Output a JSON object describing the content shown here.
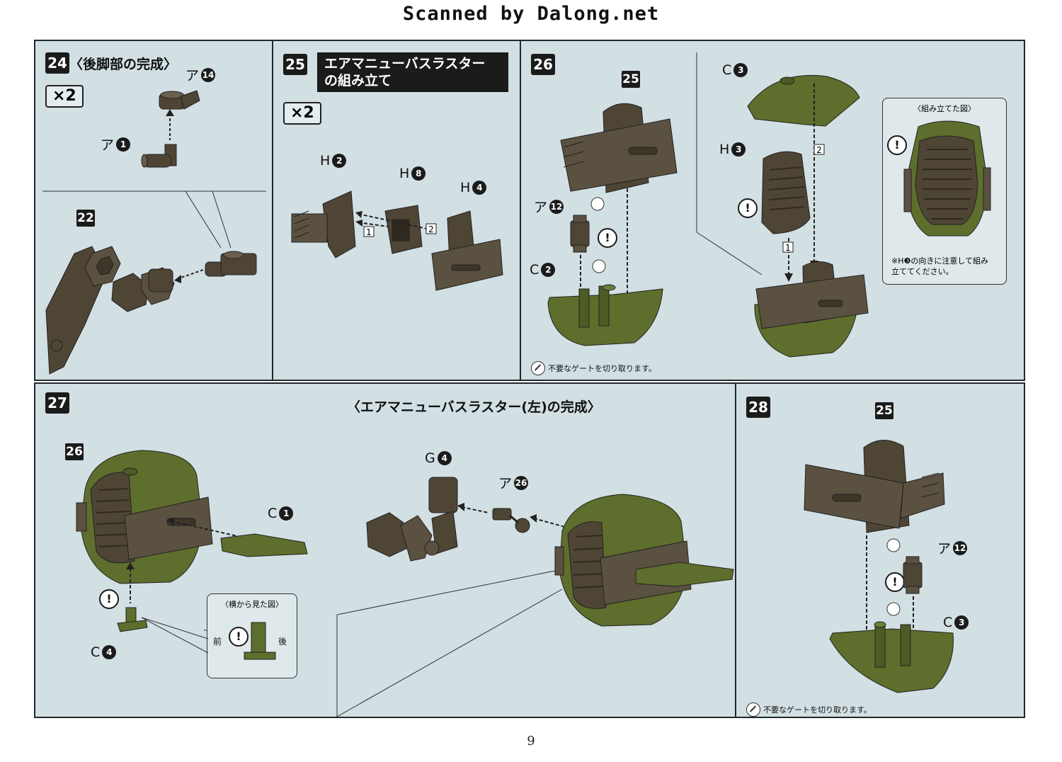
{
  "header": {
    "scan_credit": "Scanned by Dalong.net"
  },
  "steps": {
    "s24": {
      "num": "24",
      "title": "〈後脚部の完成〉",
      "qty": "×2",
      "ref": "22",
      "parts": [
        {
          "letter": "ア",
          "num": "14"
        },
        {
          "letter": "ア",
          "num": "1"
        }
      ]
    },
    "s25": {
      "num": "25",
      "title": "エアマニューバスラスター\nの組み立て",
      "qty": "×2",
      "parts": [
        {
          "letter": "H",
          "num": "2"
        },
        {
          "letter": "H",
          "num": "8"
        },
        {
          "letter": "H",
          "num": "4"
        }
      ],
      "order": [
        "1",
        "2"
      ]
    },
    "s26": {
      "num": "26",
      "ref": "25",
      "parts": [
        {
          "letter": "ア",
          "num": "12"
        },
        {
          "letter": "C",
          "num": "2"
        },
        {
          "letter": "C",
          "num": "3"
        },
        {
          "letter": "H",
          "num": "3"
        }
      ],
      "order": [
        "1",
        "2"
      ],
      "inset_title": "〈組み立てた図〉",
      "inset_note": "※H❸の向きに注意して組み\n立ててください。",
      "gate_note": "不要なゲートを切り取ります。"
    },
    "s27": {
      "num": "27",
      "ref": "26",
      "parts": [
        {
          "letter": "C",
          "num": "1"
        },
        {
          "letter": "C",
          "num": "4"
        }
      ],
      "inset_title": "〈横から見た図〉",
      "front": "前",
      "back": "後"
    },
    "complete": {
      "title": "〈エアマニューバスラスター(左)の完成〉",
      "parts": [
        {
          "letter": "G",
          "num": "4"
        },
        {
          "letter": "ア",
          "num": "26"
        }
      ]
    },
    "s28": {
      "num": "28",
      "ref": "25",
      "parts": [
        {
          "letter": "ア",
          "num": "12"
        },
        {
          "letter": "C",
          "num": "3"
        }
      ],
      "gate_note": "不要なゲートを切り取ります。"
    }
  },
  "warning_mark": "!",
  "page_number": "9",
  "colors": {
    "panel_bg": "#d2dfe3",
    "part_green": "#5e6e2c",
    "part_brown": "#4f4535",
    "frame": "#1f2a2e"
  }
}
